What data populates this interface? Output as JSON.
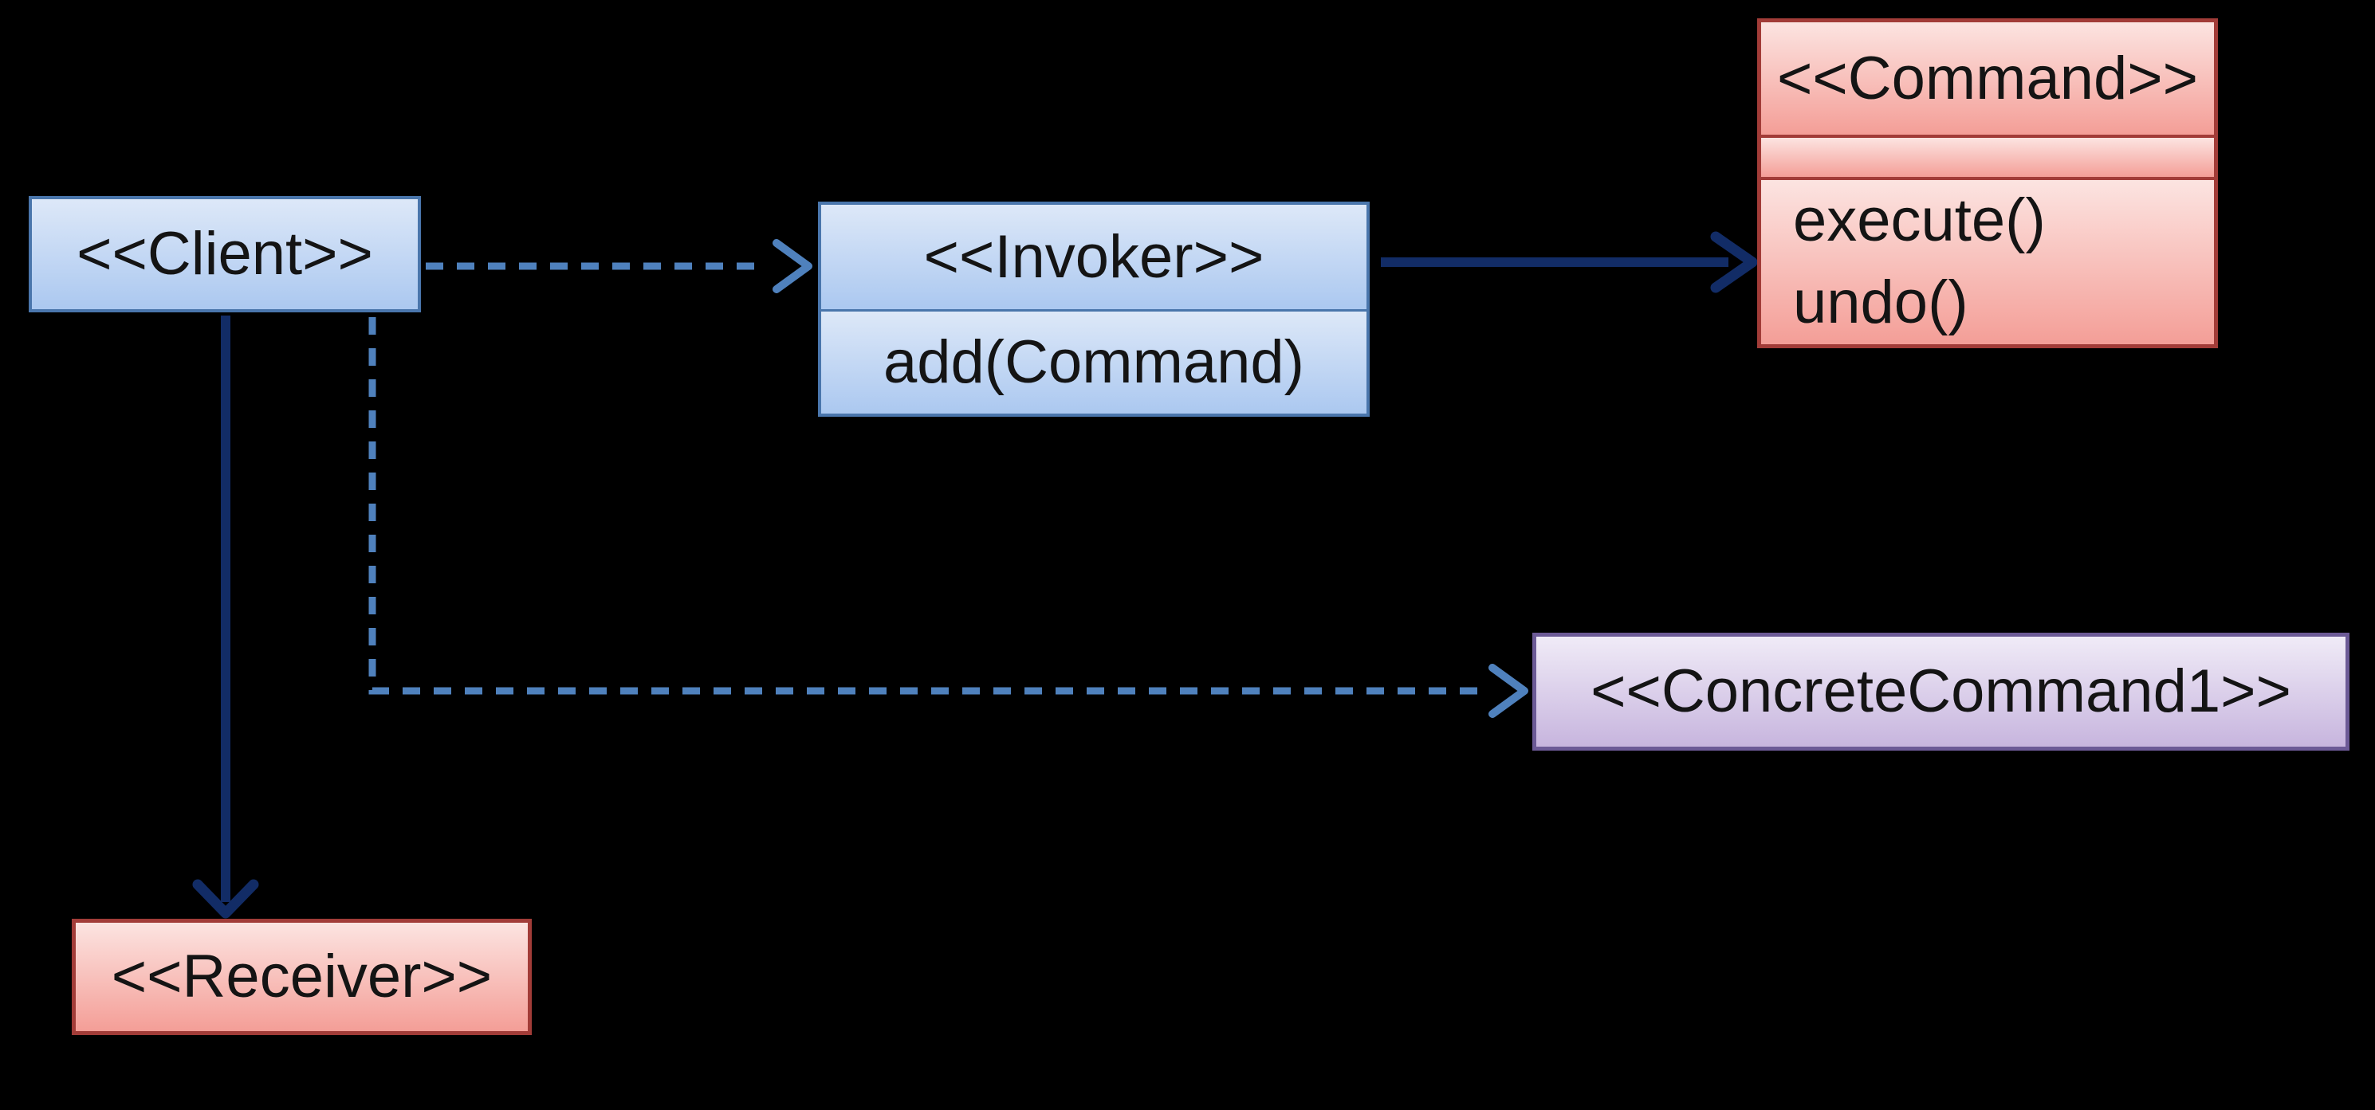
{
  "diagram_type": "uml-class-diagram",
  "nodes": {
    "client": {
      "title": "<<Client>>"
    },
    "invoker": {
      "title": "<<Invoker>>",
      "method": "add(Command)"
    },
    "command": {
      "title": "<<Command>>",
      "attributes": "",
      "methods": [
        "execute()",
        "undo()"
      ]
    },
    "concrete_command": {
      "title": "<<ConcreteCommand1>>"
    },
    "receiver": {
      "title": "<<Receiver>>"
    }
  },
  "edges": [
    {
      "from": "client",
      "to": "invoker",
      "style": "dashed-arrow"
    },
    {
      "from": "invoker",
      "to": "command",
      "style": "solid-arrow"
    },
    {
      "from": "client",
      "to": "receiver",
      "style": "solid-arrow"
    },
    {
      "from": "client",
      "to": "concrete_command",
      "style": "dashed-arrow"
    }
  ],
  "colors": {
    "background": "#000000",
    "text": "#141414",
    "blue_fill_top": "#dde8f8",
    "blue_fill_bottom": "#abc8f0",
    "blue_border": "#4a76ac",
    "pink_fill_top": "#fce4e1",
    "pink_fill_bottom": "#f49e97",
    "pink_border": "#a23c38",
    "purple_fill_top": "#f0ebf7",
    "purple_fill_bottom": "#c7b5de",
    "purple_border": "#6c5a96",
    "arrow_solid": "#122c66",
    "arrow_dashed": "#4f81bd"
  }
}
